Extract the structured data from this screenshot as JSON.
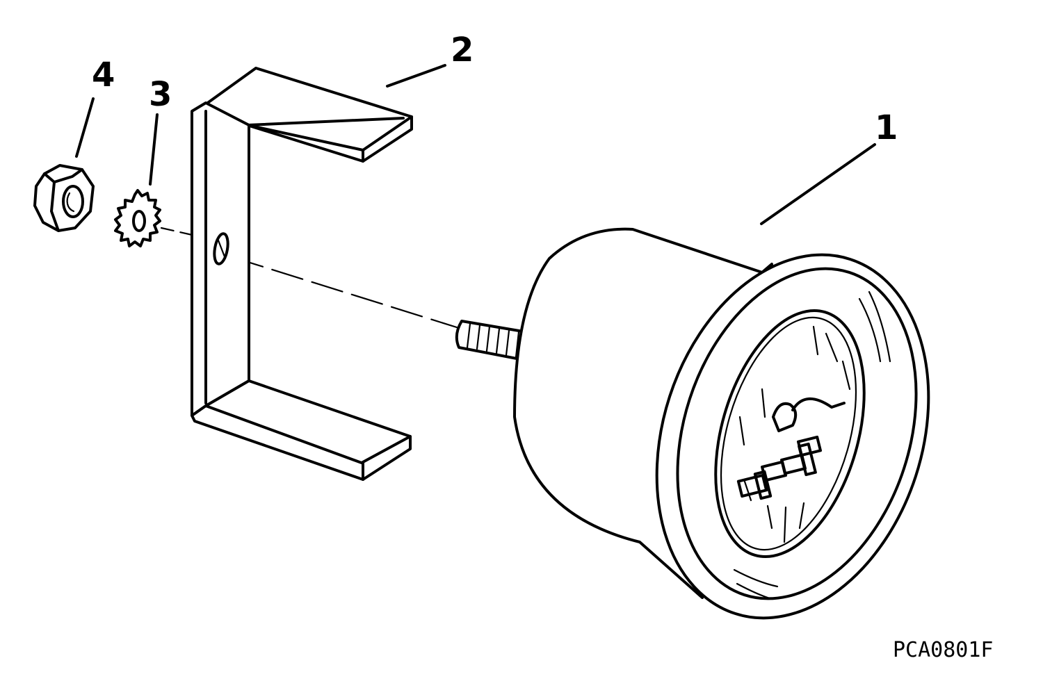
{
  "callouts": {
    "part_1": "1",
    "part_2": "2",
    "part_3": "3",
    "part_4": "4"
  },
  "figure_code": "PCA0801F"
}
